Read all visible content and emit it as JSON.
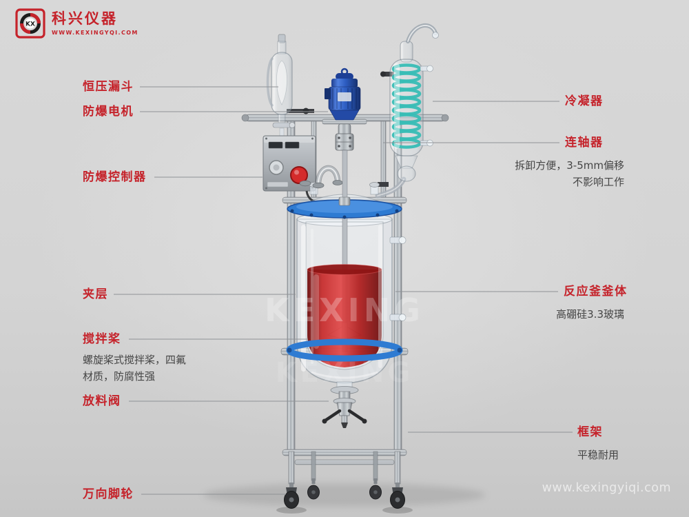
{
  "page": {
    "background_color": "#d4d4d4"
  },
  "brand": {
    "logo_monogram": "KX",
    "name": "科兴仪器",
    "website": "WWW.KEXINGYQI.COM"
  },
  "colors": {
    "label_red": "#c5232b",
    "description_gray": "#454545",
    "leader_line_gray": "#8f9296",
    "motor_blue": "#2c5cc0",
    "flange_blue": "#2e7bd2",
    "condenser_coil_teal": "#38bdb5",
    "liquid_red": "#c02020"
  },
  "annotations": {
    "left": [
      {
        "title": "恒压漏斗"
      },
      {
        "title": "防爆电机"
      },
      {
        "title": "防爆控制器"
      },
      {
        "title": "夹层"
      },
      {
        "title": "搅拌桨",
        "desc": "螺旋桨式搅拌桨，四氟\n材质，防腐性强"
      },
      {
        "title": "放料阀"
      },
      {
        "title": "万向脚轮"
      }
    ],
    "right": [
      {
        "title": "冷凝器"
      },
      {
        "title": "连轴器",
        "desc": "拆卸方便，3-5mm偏移\n不影响工作"
      },
      {
        "title": "反应釜釜体",
        "desc": "高硼硅3.3玻璃"
      },
      {
        "title": "框架",
        "desc": "平稳耐用"
      }
    ]
  },
  "illustration": {
    "watermark": "KEXING"
  },
  "footer": {
    "watermark": "www.kexingyiqi.com"
  }
}
